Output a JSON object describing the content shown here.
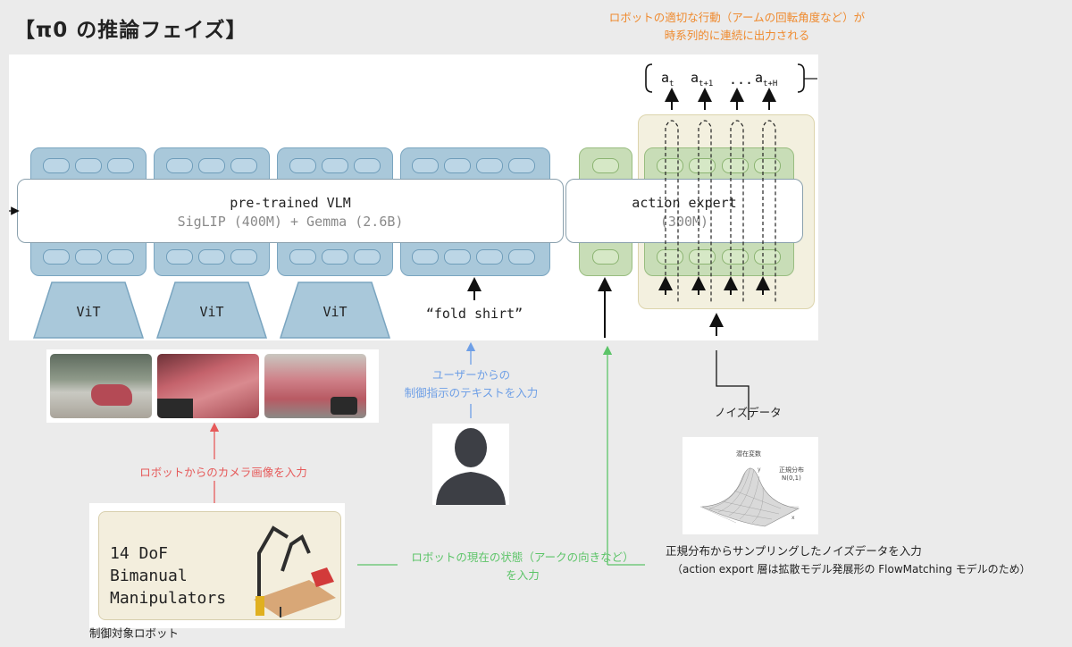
{
  "title": "【π0 の推論フェイズ】",
  "output_note": [
    "ロボットの適切な行動（アームの回転角度など）が",
    "時系列的に連続に出力される"
  ],
  "vlm": {
    "name": "pre-trained VLM",
    "sub": "SigLIP (400M) + Gemma (2.6B)"
  },
  "action_expert": {
    "name": "action expert",
    "sub": "(300M)"
  },
  "vit_labels": [
    "ViT",
    "ViT",
    "ViT"
  ],
  "prompt_text": "“fold shirt”",
  "actions": {
    "a": "a",
    "subs": [
      "t",
      "t+1",
      "t+H"
    ],
    "ellipsis": "..."
  },
  "user_note": [
    "ユーザーからの",
    "制御指示のテキストを入力"
  ],
  "camera_note": "ロボットからのカメラ画像を入力",
  "state_note": [
    "ロボットの現在の状態（アークの向きなど）",
    "を入力"
  ],
  "noise_label": "ノイズデータ",
  "noise_note": [
    "正規分布からサンプリングしたノイズデータを入力",
    "（action export 層は拡散モデル発展形の FlowMatching モデルのため）"
  ],
  "robot_card": [
    "14 DoF",
    "Bimanual",
    "Manipulators"
  ],
  "robot_caption": "制御対象ロボット",
  "dist_plot": {
    "title": "潜在変数",
    "label1": "正規分布",
    "label2": "N(0,1)",
    "axis_x": "x",
    "axis_y": "y"
  },
  "colors": {
    "orange": "#ef8a2e",
    "blue": "#6e9fe6",
    "red": "#e65a5a",
    "green": "#5cc468"
  }
}
